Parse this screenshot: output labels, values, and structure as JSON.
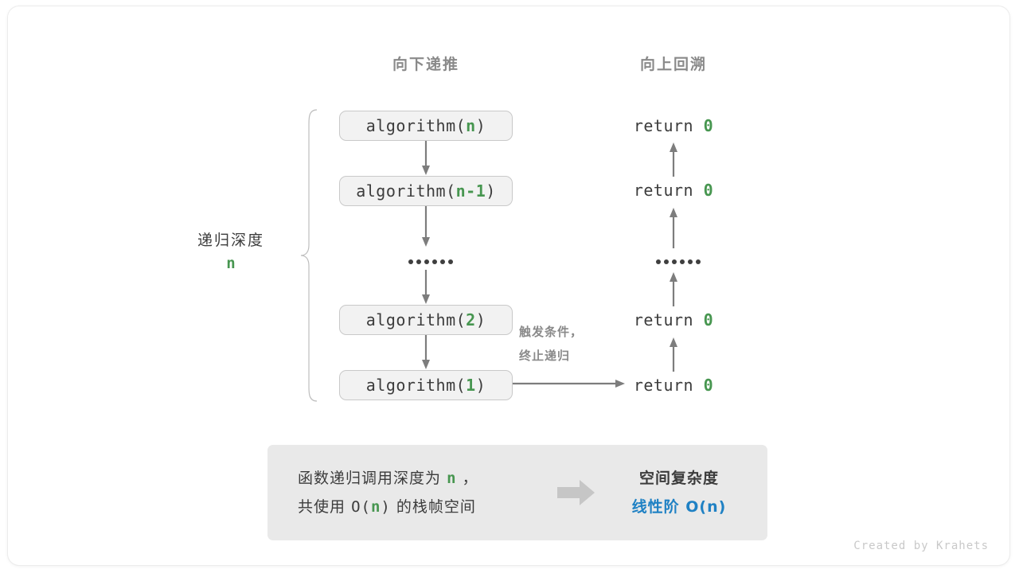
{
  "headers": {
    "left": "向下递推",
    "right": "向上回溯"
  },
  "depth": {
    "title": "递归深度",
    "value": "n"
  },
  "calls": [
    {
      "fn": "algorithm(",
      "arg": "n",
      "close": ")"
    },
    {
      "fn": "algorithm(",
      "arg": "n-1",
      "close": ")"
    },
    {
      "fn": "algorithm(",
      "arg": "2",
      "close": ")"
    },
    {
      "fn": "algorithm(",
      "arg": "1",
      "close": ")"
    }
  ],
  "returns": [
    {
      "keyword": "return",
      "value": "0"
    },
    {
      "keyword": "return",
      "value": "0"
    },
    {
      "keyword": "return",
      "value": "0"
    },
    {
      "keyword": "return",
      "value": "0"
    }
  ],
  "ellipsis": "••••••",
  "terminate_note": {
    "line1": "触发条件，",
    "line2": "终止递归"
  },
  "summary": {
    "left_line1_a": "函数递归调用深度为",
    "left_line1_hl": "n",
    "left_line1_b": "，",
    "left_line2_a": "共使用",
    "left_line2_b": "O(",
    "left_line2_hl": "n",
    "left_line2_c": ")",
    "left_line2_d": "的栈帧空间",
    "arrow_icon": "right-block-arrow-icon",
    "right_title": "空间复杂度",
    "right_value": "线性阶  O(n)"
  },
  "credit": "Created by Krahets",
  "colors": {
    "accent_green": "#479650",
    "accent_blue": "#1f81c4",
    "text_dark": "#3c3c3c",
    "text_muted": "#8a8a8a",
    "box_fill": "#f2f2f2",
    "box_border": "#c9c9c9",
    "panel_fill": "#e9e9e9",
    "arrow_gray": "#7d7d7d"
  }
}
